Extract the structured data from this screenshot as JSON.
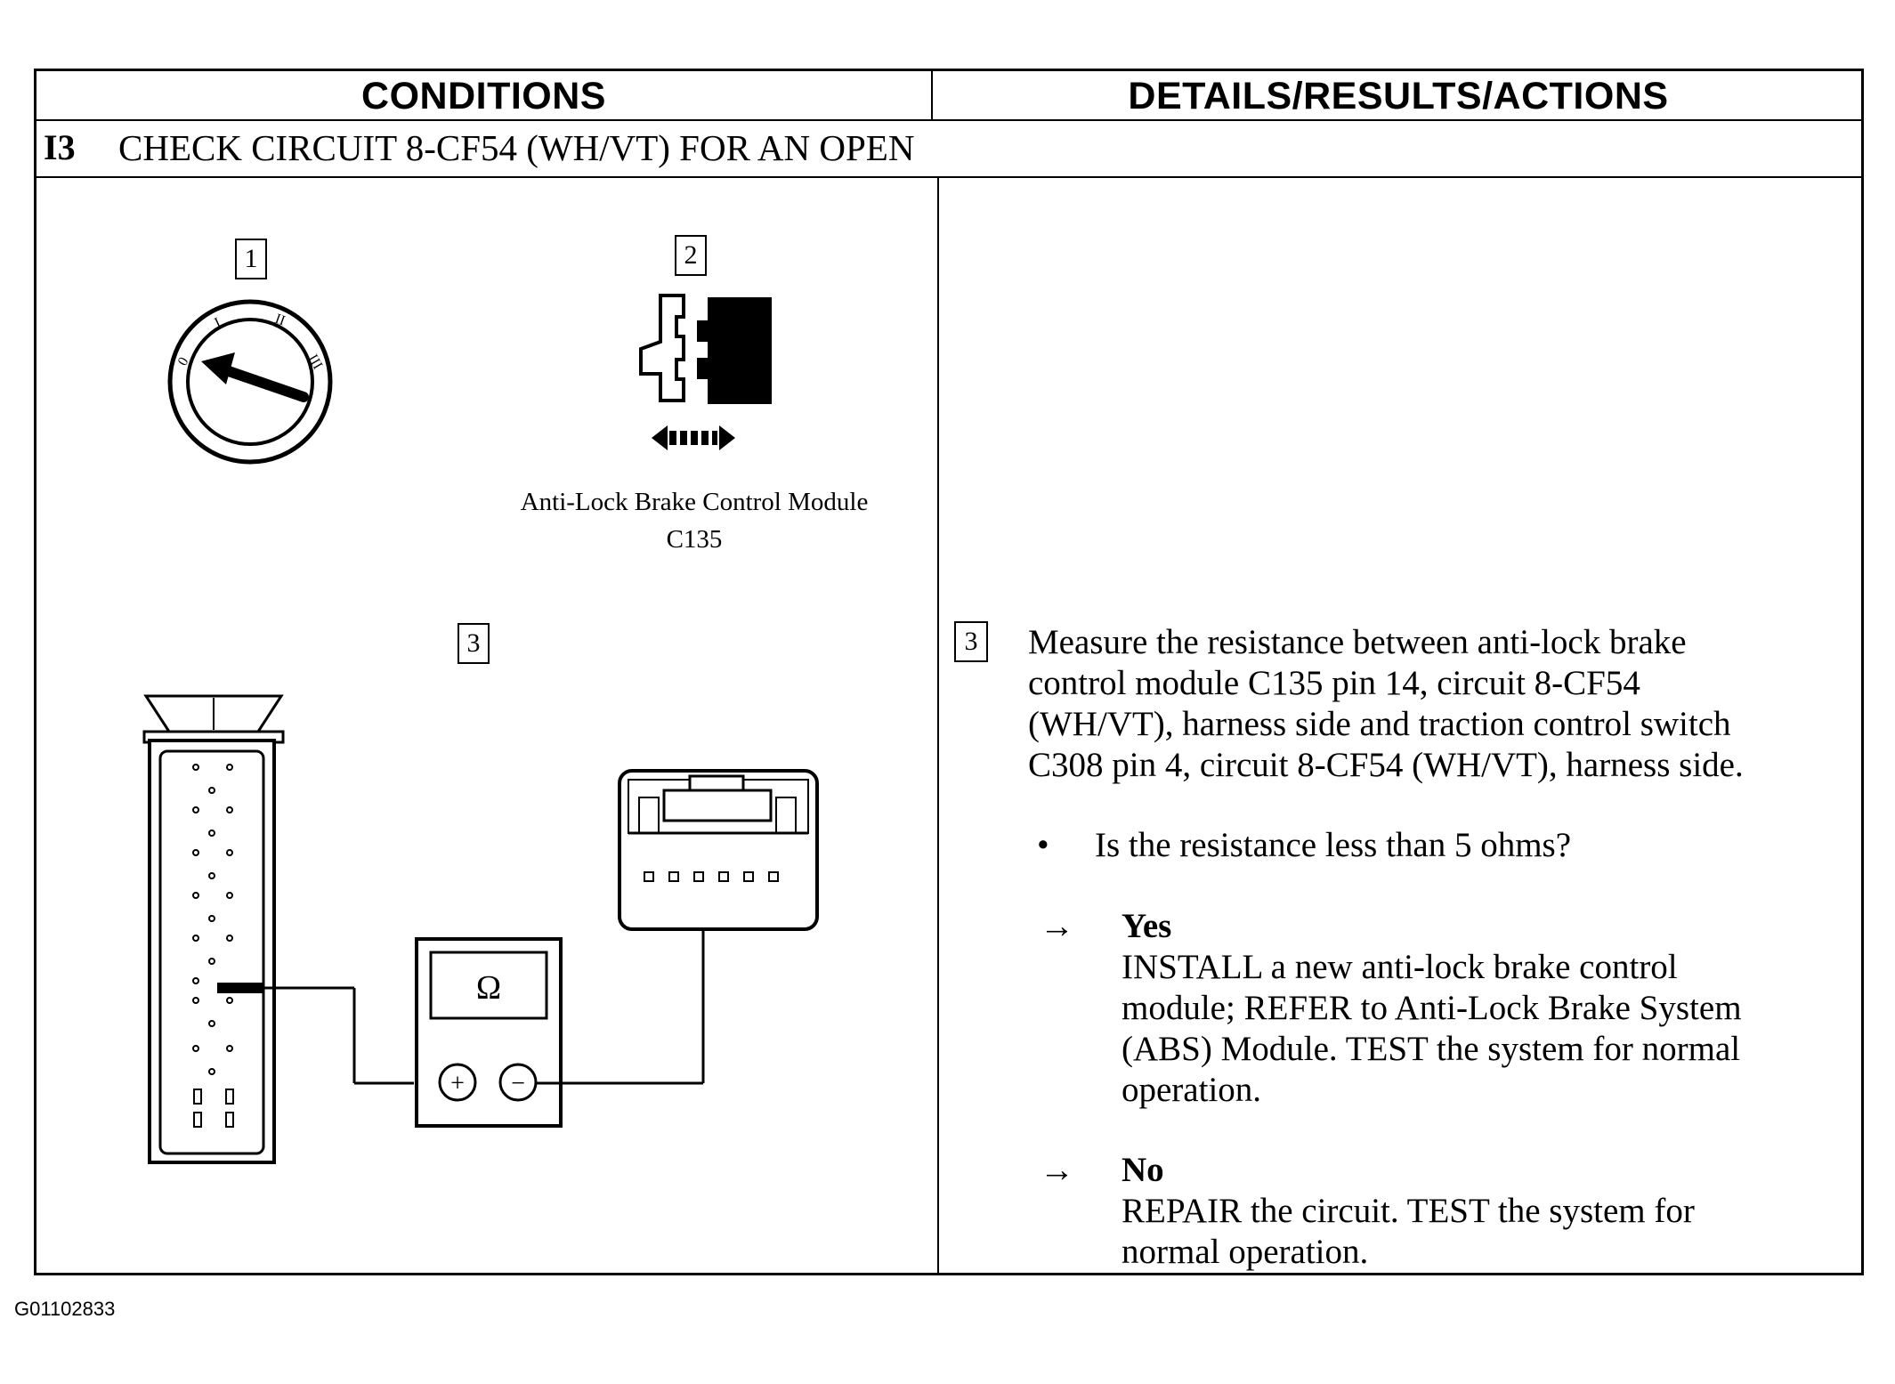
{
  "header": {
    "conditions": "CONDITIONS",
    "details": "DETAILS/RESULTS/ACTIONS"
  },
  "step": {
    "number": "I3",
    "title": "CHECK CIRCUIT 8-CF54 (WH/VT) FOR AN OPEN"
  },
  "figures": {
    "box1": "1",
    "box2": "2",
    "box3": "3",
    "module_caption_line1": "Anti-Lock Brake Control Module",
    "module_caption_line2": "C135",
    "ohm_symbol": "Ω",
    "plus": "+",
    "minus": "−",
    "ignition_marks": [
      "0",
      "I",
      "II",
      "III"
    ]
  },
  "details": {
    "step_box": "3",
    "instruction": "Measure the resistance between anti-lock brake control module C135 pin 14, circuit 8-CF54 (WH/VT), harness side and traction control switch C308 pin 4, circuit 8-CF54 (WH/VT), harness side.",
    "instruction_lines": [
      "Measure the resistance between anti-lock brake",
      "control module C135 pin 14, circuit 8-CF54",
      "(WH/VT), harness side and traction control switch",
      "C308 pin 4, circuit 8-CF54 (WH/VT), harness side."
    ],
    "bullet": "•",
    "question": "Is the resistance less than 5 ohms?",
    "arrow": "→",
    "yes_label": "Yes",
    "yes_lines": [
      "INSTALL a new anti-lock brake control",
      "module; REFER to Anti-Lock Brake System",
      "(ABS) Module. TEST the system for normal",
      "operation."
    ],
    "no_label": "No",
    "no_lines": [
      "REPAIR the circuit. TEST the system for",
      "normal operation."
    ]
  },
  "footer": {
    "code": "G01102833"
  }
}
